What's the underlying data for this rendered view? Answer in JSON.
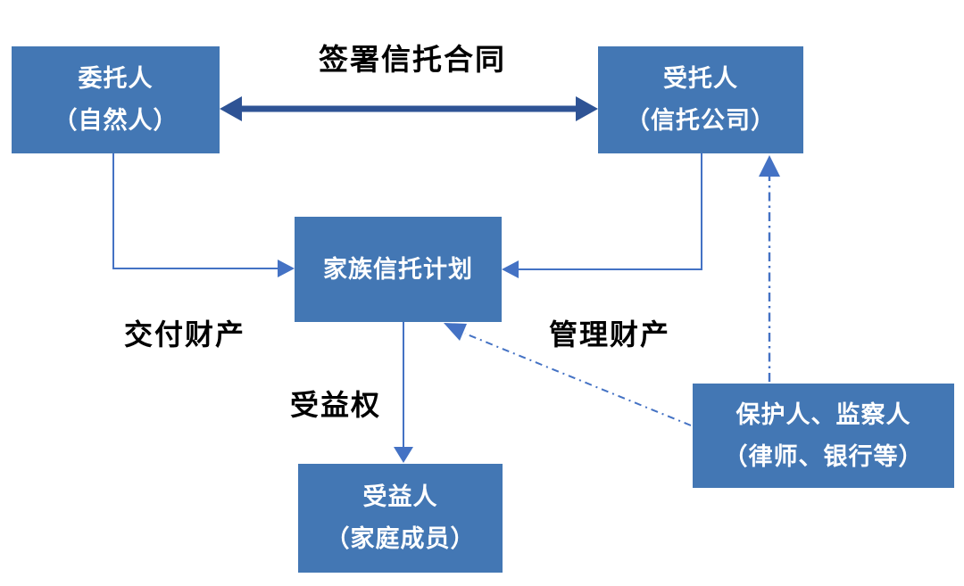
{
  "diagram": {
    "nodes": {
      "settlor": {
        "line1": "委托人",
        "line2": "（自然人）"
      },
      "trustee": {
        "line1": "受托人",
        "line2": "（信托公司）"
      },
      "trust_plan": {
        "line1": "家族信托计划"
      },
      "beneficiary": {
        "line1": "受益人",
        "line2": "（家庭成员）"
      },
      "protector": {
        "line1": "保护人、监察人",
        "line2": "（律师、银行等）"
      }
    },
    "labels": {
      "sign_contract": "签署信托合同",
      "deliver_property": "交付财产",
      "manage_property": "管理财产",
      "benefit_right": "受益权"
    },
    "edges": [
      {
        "from": "settlor",
        "to": "trustee",
        "style": "thick-double-arrow",
        "label": "签署信托合同"
      },
      {
        "from": "settlor",
        "to": "trust_plan",
        "style": "solid-elbow",
        "label": "交付财产"
      },
      {
        "from": "trustee",
        "to": "trust_plan",
        "style": "solid-elbow",
        "label": "管理财产"
      },
      {
        "from": "trust_plan",
        "to": "beneficiary",
        "style": "solid-straight",
        "label": "受益权"
      },
      {
        "from": "protector",
        "to": "trustee",
        "style": "dash-dot",
        "label": ""
      },
      {
        "from": "protector",
        "to": "trust_plan",
        "style": "dash-dot",
        "label": ""
      }
    ],
    "colors": {
      "node_fill": "#4377B4",
      "node_text": "#FFFFFF",
      "thick_arrow": "#2E5395",
      "thin_arrow": "#4472C4",
      "label_text": "#000000",
      "background": "#FFFFFF"
    }
  }
}
